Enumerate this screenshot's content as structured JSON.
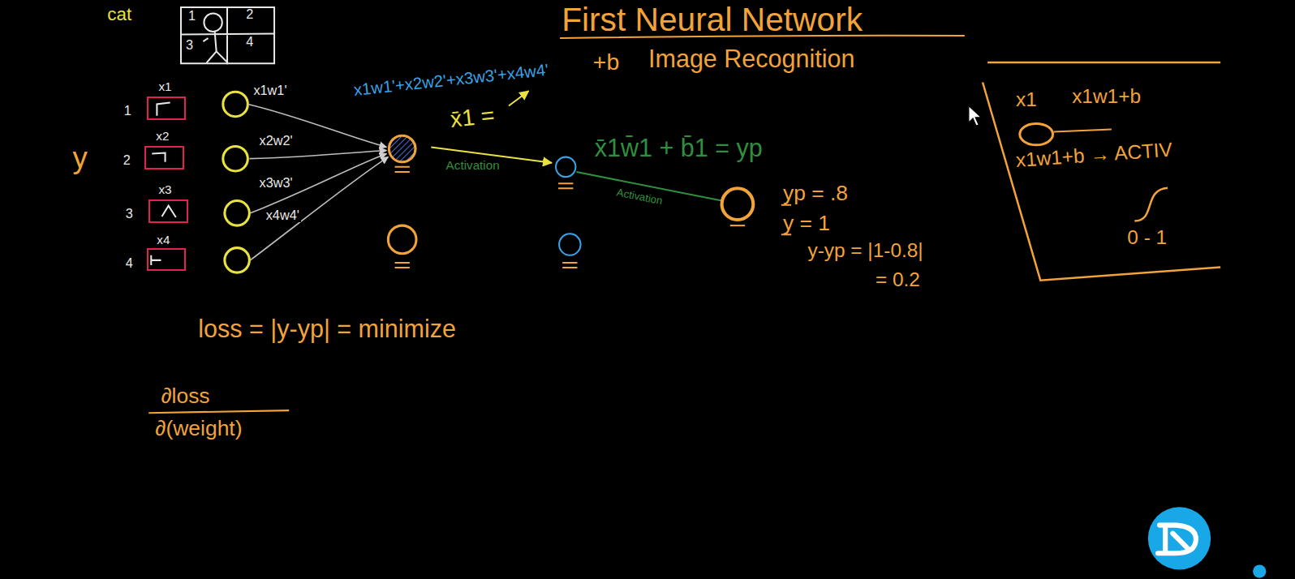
{
  "diagram": {
    "title": "First Neural Network",
    "nodes": [
      {
        "text": [
          "1",
          "2",
          "3",
          "4"
        ]
      },
      {
        "text": [
          "x1",
          "1"
        ]
      },
      {
        "text": [
          "x2",
          "2"
        ]
      },
      {
        "text": [
          "x3",
          "3"
        ]
      },
      {
        "text": [
          "x4",
          "4"
        ]
      },
      {
        "text": [
          "x1",
          "x1w1+b",
          "x1w1+b → ACTIV",
          "0 - 1"
        ]
      }
    ],
    "labels": [
      "cat",
      "Image Recognition",
      "x1w1'+x2w2'+x3w3'+x4w4'",
      "+b",
      "x̄1 =",
      "y",
      "x1w1'",
      "x2w2'",
      "x3w3'",
      "x4w4'",
      "Activation",
      "x̄1w̄1 + b̄1 = yp",
      "Activation",
      "yp = .8",
      "y = 1",
      "y-yp = |1-0.8|",
      "= 0.2",
      "loss = |y-yp| = minimize",
      "∂loss",
      "∂(weight)"
    ]
  }
}
